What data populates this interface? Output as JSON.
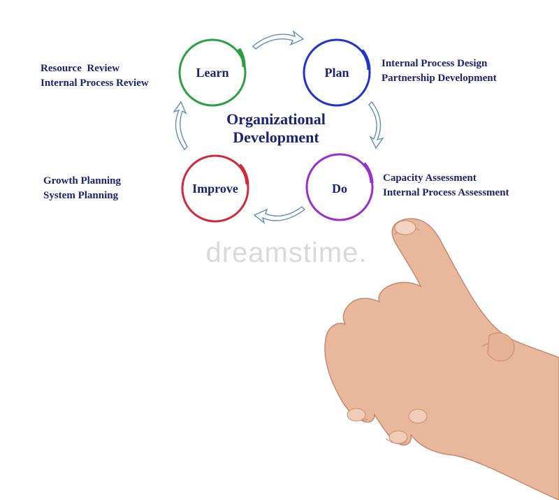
{
  "diagram": {
    "title_line1": "Organizational",
    "title_line2": "Development",
    "nodes": [
      {
        "label": "Learn",
        "color": "#2e9e44"
      },
      {
        "label": "Plan",
        "color": "#2233cc"
      },
      {
        "label": "Do",
        "color": "#9b2fc9"
      },
      {
        "label": "Improve",
        "color": "#d12a3a"
      }
    ],
    "notes": {
      "learn": [
        "Resource  Review",
        "Internal Process Review"
      ],
      "plan": [
        "Internal Process Design",
        "Partnership Development"
      ],
      "do": [
        "Capacity Assessment",
        "Internal Process Assessment"
      ],
      "improve": [
        "Growth Planning",
        "System Planning"
      ]
    },
    "arrow_color": "#5f8db8",
    "text_color": "#1a2370"
  },
  "watermark": "dreamstime."
}
